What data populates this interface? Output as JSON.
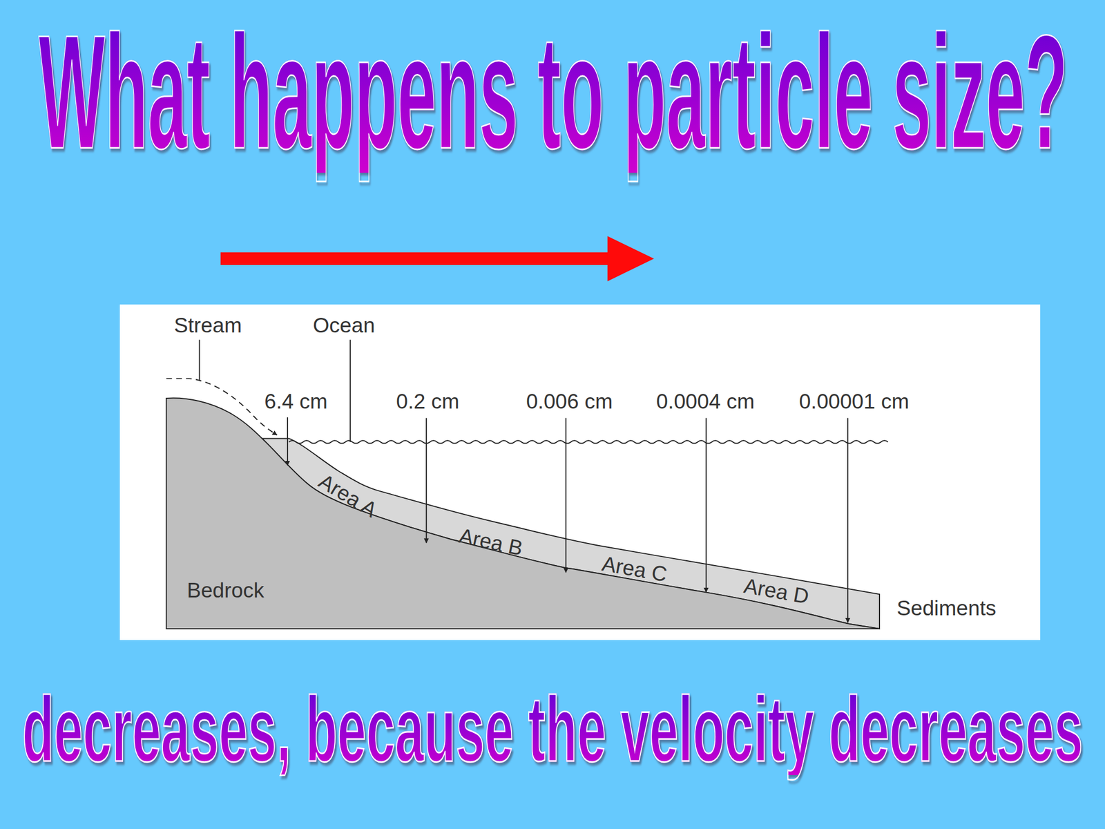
{
  "diagram": {
    "title": "What happens to particle size?",
    "caption": "decreases, because the velocity decreases",
    "labels": [
      "Stream",
      "Ocean",
      "6.4 cm",
      "0.2 cm",
      "0.006 cm",
      "0.0004 cm",
      "0.00001 cm",
      "Area A",
      "Area B",
      "Area C",
      "Area D",
      "Bedrock",
      "Sediments"
    ]
  }
}
